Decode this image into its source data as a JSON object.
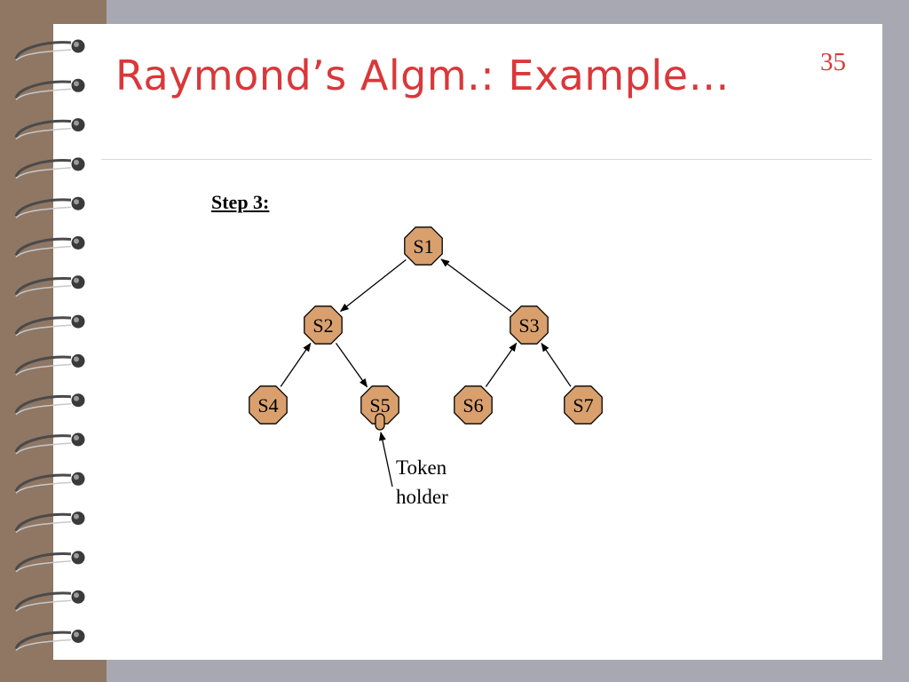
{
  "slide": {
    "title": "Raymond’s Algm.: Example…",
    "page_number": "35",
    "step_label": "Step 3:"
  },
  "colors": {
    "title": "#d9383a",
    "node_fill": "#d9a06e",
    "node_stroke": "#000000",
    "binding": "#8f7764",
    "background": "#a8a8b2"
  },
  "diagram": {
    "nodes": [
      {
        "id": "S1",
        "label": "S1"
      },
      {
        "id": "S2",
        "label": "S2"
      },
      {
        "id": "S3",
        "label": "S3"
      },
      {
        "id": "S4",
        "label": "S4"
      },
      {
        "id": "S5",
        "label": "S5"
      },
      {
        "id": "S6",
        "label": "S6"
      },
      {
        "id": "S7",
        "label": "S7"
      }
    ],
    "edges": [
      {
        "from": "S1",
        "to": "S2"
      },
      {
        "from": "S3",
        "to": "S1"
      },
      {
        "from": "S4",
        "to": "S2"
      },
      {
        "from": "S2",
        "to": "S5"
      },
      {
        "from": "S6",
        "to": "S3"
      },
      {
        "from": "S7",
        "to": "S3"
      }
    ],
    "token_holder": "S5",
    "annotation": {
      "line1": "Token",
      "line2": "holder"
    }
  }
}
